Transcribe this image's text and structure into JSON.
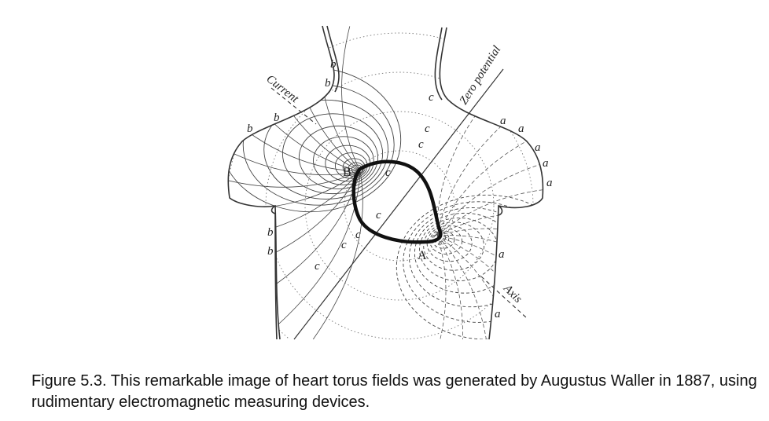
{
  "figure": {
    "labels": {
      "current": "Current",
      "zero_potential": "Zero potential",
      "axis": "Axis",
      "point_a": "A",
      "point_b": "B",
      "a": "a",
      "b": "b",
      "c": "c"
    }
  },
  "caption": {
    "text": "Figure 5.3. This remarkable image of heart torus fields was generated by Augustus Waller in 1887, using rudimentary electromagnetic measuring devices."
  }
}
